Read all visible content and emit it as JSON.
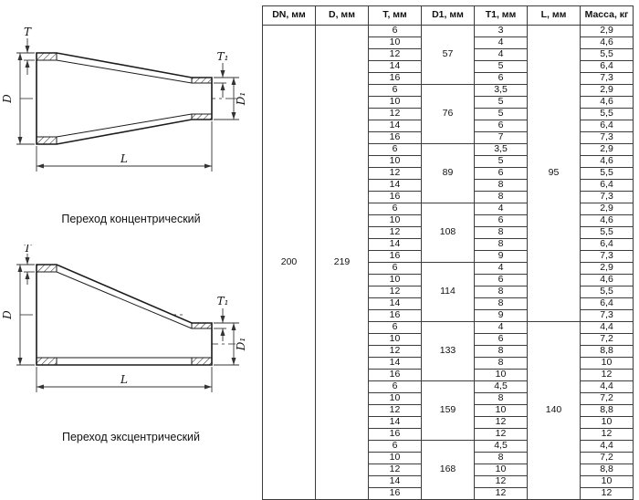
{
  "captions": {
    "concentric": "Переход концентрический",
    "eccentric": "Переход эксцентрический"
  },
  "drawing_labels": {
    "T": "T",
    "T1": "T₁",
    "D": "D",
    "D1": "D₁",
    "L": "L"
  },
  "chart_data": {
    "type": "table",
    "columns": [
      "DN, мм",
      "D, мм",
      "T, мм",
      "D1, мм",
      "T1, мм",
      "L, мм",
      "Масса, кг"
    ],
    "dn": "200",
    "d": "219",
    "t_values": [
      "6",
      "10",
      "12",
      "14",
      "16"
    ],
    "l_spans": [
      {
        "value": "95",
        "start": 0,
        "rows": 25
      },
      {
        "value": "140",
        "start": 25,
        "rows": 15
      }
    ],
    "groups": [
      {
        "d1": "57",
        "t1": [
          "3",
          "4",
          "4",
          "5",
          "6"
        ],
        "mass": [
          "2,9",
          "4,6",
          "5,5",
          "6,4",
          "7,3"
        ]
      },
      {
        "d1": "76",
        "t1": [
          "3,5",
          "5",
          "5",
          "6",
          "7"
        ],
        "mass": [
          "2,9",
          "4,6",
          "5,5",
          "6,4",
          "7,3"
        ]
      },
      {
        "d1": "89",
        "t1": [
          "3,5",
          "5",
          "6",
          "8",
          "8"
        ],
        "mass": [
          "2,9",
          "4,6",
          "5,5",
          "6,4",
          "7,3"
        ]
      },
      {
        "d1": "108",
        "t1": [
          "4",
          "6",
          "8",
          "8",
          "9"
        ],
        "mass": [
          "2,9",
          "4,6",
          "5,5",
          "6,4",
          "7,3"
        ]
      },
      {
        "d1": "114",
        "t1": [
          "4",
          "6",
          "8",
          "8",
          "9"
        ],
        "mass": [
          "2,9",
          "4,6",
          "5,5",
          "6,4",
          "7,3"
        ]
      },
      {
        "d1": "133",
        "t1": [
          "4",
          "6",
          "8",
          "8",
          "10"
        ],
        "mass": [
          "4,4",
          "7,2",
          "8,8",
          "10",
          "12"
        ]
      },
      {
        "d1": "159",
        "t1": [
          "4,5",
          "8",
          "10",
          "12",
          "12"
        ],
        "mass": [
          "4,4",
          "7,2",
          "8,8",
          "10",
          "12"
        ]
      },
      {
        "d1": "168",
        "t1": [
          "4,5",
          "8",
          "10",
          "12",
          "12"
        ],
        "mass": [
          "4,4",
          "7,2",
          "8,8",
          "10",
          "12"
        ]
      }
    ]
  }
}
